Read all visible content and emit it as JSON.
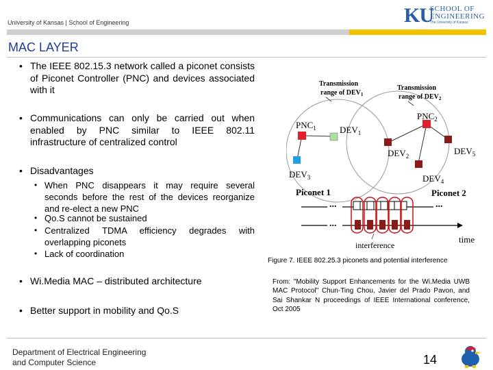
{
  "header": {
    "text": "University of Kansas | School of Engineering",
    "logo_mark": "KU",
    "logo_school_line1": "SCHOOL OF",
    "logo_school_line2": "ENGINEERING",
    "logo_sub": "The University of Kansas"
  },
  "title": "MAC LAYER",
  "bullets": [
    "The IEEE 802.15.3 network called a piconet consists of Piconet Controller (PNC) and devices associated with it",
    "Communications can only be carried out when enabled by PNC similar to IEEE 802.11 infrastructure of centralized control",
    "Disadvantages",
    "Wi.Media MAC – distributed architecture",
    "Better support in mobility and Qo.S"
  ],
  "sub_bullets": [
    "When PNC disappears it may require several seconds before the rest of the devices reorganize and re-elect a new PNC",
    "Qo.S cannot be sustained",
    "Centralized TDMA efficiency degrades with overlapping piconets",
    "Lack of coordination"
  ],
  "bullet_glyph": "•",
  "figure": {
    "labels": {
      "tx1_a": "Transmission",
      "tx1_b": "range of DEV",
      "tx1_sub": "1",
      "tx2_a": "Transmission",
      "tx2_b": "range of DEV",
      "tx2_sub": "2",
      "pnc1": "PNC",
      "pnc1_sub": "1",
      "pnc2": "PNC",
      "pnc2_sub": "2",
      "dev1": "DEV",
      "dev1_sub": "1",
      "dev2": "DEV",
      "dev2_sub": "2",
      "dev3": "DEV",
      "dev3_sub": "3",
      "dev4": "DEV",
      "dev4_sub": "4",
      "dev5": "DEV",
      "dev5_sub": "5",
      "piconet1": "Piconet 1",
      "piconet2": "Piconet 2",
      "dots": "...",
      "interference": "interference",
      "time": "time"
    },
    "colors": {
      "pnc": "#e0202a",
      "dev1": "#a8e0a0",
      "dev2": "#8b1a1a",
      "dev3": "#1fa0e0",
      "dev4": "#8b1a1a",
      "dev5": "#8b1a1a",
      "interference": "#cc1010"
    },
    "caption": "Figure 7. IEEE 802.25.3 piconets and potential interference",
    "source": "From: \"Mobility Support Enhancements for the Wi.Media UWB MAC Protocol\" Chun-Ting Chou, Javier del Prado Pavon, and Sai Shankar N proceedings of IEEE International conference, Oct 2005"
  },
  "footer": {
    "dept_line1": "Department of Electrical Engineering",
    "dept_line2": "and Computer Science",
    "page": "14"
  }
}
